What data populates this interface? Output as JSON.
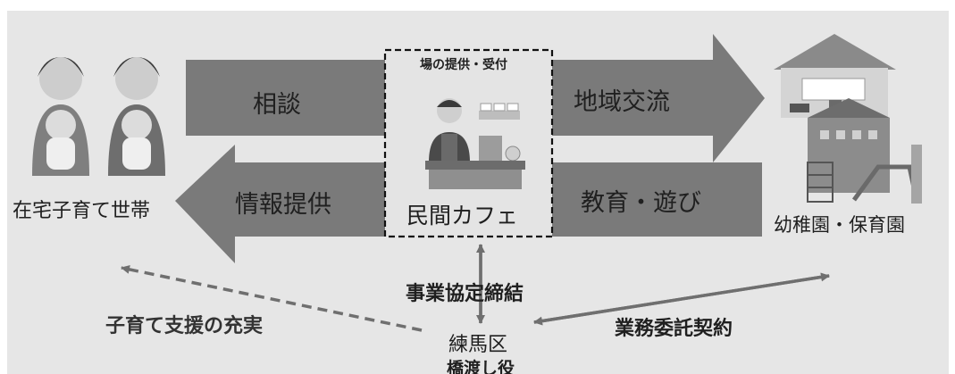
{
  "arrows": {
    "consult": "相談",
    "community": "地域交流",
    "info": "情報提供",
    "education": "教育・遊び"
  },
  "cafe": {
    "top_label": "場の提供・受付",
    "name": "民間カフェ"
  },
  "households": {
    "label": "在宅子育て世帯"
  },
  "kindergarten": {
    "label": "幼稚園・保育園"
  },
  "links": {
    "agreement": "事業協定締結",
    "childcare_support": "子育て支援の充実",
    "consignment": "業務委託契約"
  },
  "ward": {
    "name": "練馬区",
    "role": "橋渡し役"
  }
}
